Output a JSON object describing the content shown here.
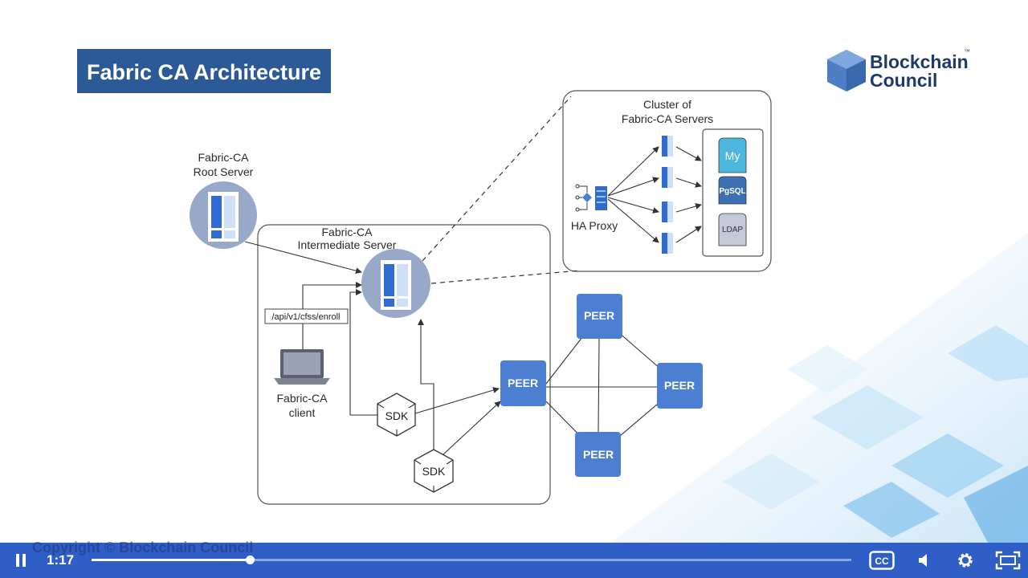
{
  "slide": {
    "title": "Fabric CA Architecture",
    "brand": {
      "line1": "Blockchain",
      "line2": "Council",
      "tm": "™"
    },
    "root_server": {
      "line1": "Fabric-CA",
      "line2": "Root Server"
    },
    "intermediate_server": {
      "line1": "Fabric-CA",
      "line2": "Intermediate Server"
    },
    "cluster": {
      "line1": "Cluster of",
      "line2": "Fabric-CA Servers"
    },
    "ha_proxy": "HA Proxy",
    "databases": [
      "My",
      "PgSQL",
      "LDAP"
    ],
    "enroll_endpoint": "/api/v1/cfss/enroll",
    "client": {
      "line1": "Fabric-CA",
      "line2": "client"
    },
    "sdk_label": "SDK",
    "peer_label": "PEER",
    "copyright": "Copyright © Blockchain Council"
  },
  "player": {
    "time": "1:17",
    "progress": 0.208,
    "accent": "#2f5ec7"
  }
}
